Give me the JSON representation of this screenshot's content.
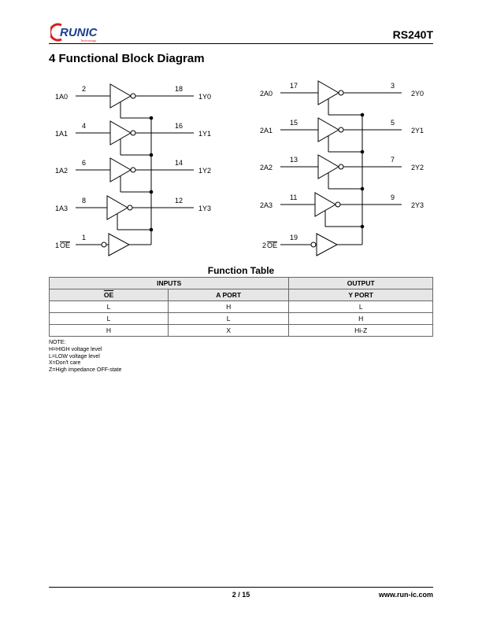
{
  "header": {
    "logo_text": "RUNIC",
    "logo_tagline": "Technology",
    "doc_id": "RS240T"
  },
  "section_title": "4 Functional Block Diagram",
  "diagram": {
    "left": {
      "buffers": [
        {
          "in": "1A0",
          "out": "1Y0",
          "pin_in": "2",
          "pin_out": "18"
        },
        {
          "in": "1A1",
          "out": "1Y1",
          "pin_in": "4",
          "pin_out": "16"
        },
        {
          "in": "1A2",
          "out": "1Y2",
          "pin_in": "6",
          "pin_out": "14"
        },
        {
          "in": "1A3",
          "out": "1Y3",
          "pin_in": "8",
          "pin_out": "12"
        }
      ],
      "oe_prefix": "1",
      "oe_label": "OE",
      "oe_pin": "1"
    },
    "right": {
      "buffers": [
        {
          "in": "2A0",
          "out": "2Y0",
          "pin_in": "17",
          "pin_out": "3"
        },
        {
          "in": "2A1",
          "out": "2Y1",
          "pin_in": "15",
          "pin_out": "5"
        },
        {
          "in": "2A2",
          "out": "2Y2",
          "pin_in": "13",
          "pin_out": "7"
        },
        {
          "in": "2A3",
          "out": "2Y3",
          "pin_in": "11",
          "pin_out": "9"
        }
      ],
      "oe_prefix": "2",
      "oe_label": "OE",
      "oe_pin": "19"
    }
  },
  "function_table": {
    "title": "Function Table",
    "group_headers": {
      "inputs": "INPUTS",
      "output": "OUTPUT"
    },
    "columns": [
      "OE",
      "A PORT",
      "Y PORT"
    ],
    "rows": [
      [
        "L",
        "H",
        "L"
      ],
      [
        "L",
        "L",
        "H"
      ],
      [
        "H",
        "X",
        "Hi-Z"
      ]
    ]
  },
  "notes": [
    "NOTE:",
    "H=HIGH voltage level",
    "L=LOW voltage level",
    "X=Don't care",
    "Z=High impedance OFF-state"
  ],
  "footer": {
    "page": "2 / 15",
    "url": "www.run-ic.com"
  }
}
